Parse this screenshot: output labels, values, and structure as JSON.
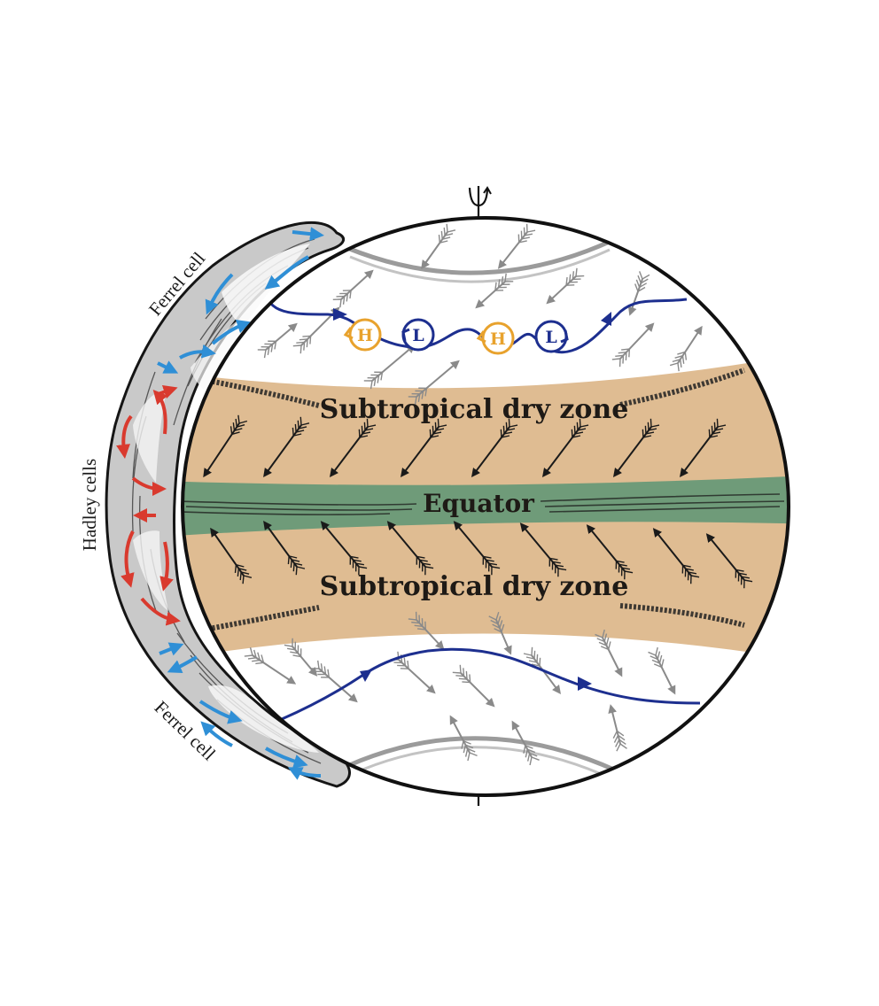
{
  "labels": {
    "north_ferrel": "Ferrel cell",
    "south_ferrel": "Ferrel cell",
    "hadley": "Hadley cells",
    "dry_zone_north": "Subtropical dry zone",
    "dry_zone_south": "Subtropical dry zone",
    "equator": "Equator"
  },
  "pressure_systems": [
    {
      "letter": "H",
      "kind": "high"
    },
    {
      "letter": "L",
      "kind": "low"
    },
    {
      "letter": "H",
      "kind": "high"
    },
    {
      "letter": "L",
      "kind": "low"
    }
  ],
  "colors": {
    "dry_zone": "#dfbc92",
    "equator_band": "#6f9b79",
    "jet_stream": "#1d2f8f",
    "high_pressure": "#e8a22d",
    "low_pressure": "#1d2f8f",
    "hadley_arrows": "#d93a2e",
    "ferrel_arrows": "#2f8fd6",
    "trade_wind_arrows": "#1a1a1a",
    "westerly_arrows": "#8a8a8a"
  },
  "icons": {
    "rotation_axis": "rotation-arrow-icon"
  }
}
